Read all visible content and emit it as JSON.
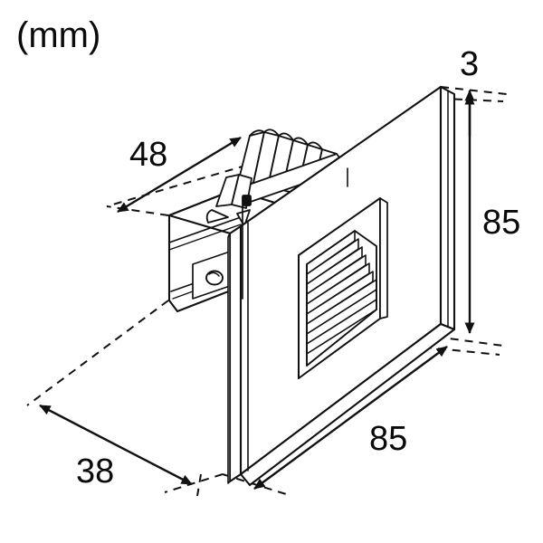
{
  "drawing": {
    "title": "recessed-step-light-dimension-drawing",
    "unit_label": "(mm)",
    "line_color": "#111111",
    "background_color": "#ffffff",
    "projection": "isometric",
    "object": "recessed square LED step light with louvered baffle"
  },
  "dimensions": {
    "unit": "mm",
    "items": [
      {
        "id": "depth-48",
        "label": "48",
        "value": 48,
        "describes": "rear housing depth",
        "orientation": "diagonal-up-right"
      },
      {
        "id": "bezel-3",
        "label": "3",
        "value": 3,
        "describes": "bezel face plate thickness",
        "orientation": "vertical"
      },
      {
        "id": "height-85",
        "label": "85",
        "value": 85,
        "describes": "bezel face height",
        "orientation": "vertical"
      },
      {
        "id": "width-85",
        "label": "85",
        "value": 85,
        "describes": "bezel face width",
        "orientation": "diagonal-down-right"
      },
      {
        "id": "rear-depth-38",
        "label": "38",
        "value": 38,
        "describes": "rear housing width/offset",
        "orientation": "diagonal-down-right"
      }
    ]
  },
  "parts": {
    "bezel": "square-front-bezel",
    "aperture": "recessed-light-aperture",
    "louver": "stepped-louver-baffle",
    "housing": "rear-driver-housing",
    "fins": "heatsink-fins",
    "clips": "spring-mounting-clips",
    "screw": "cable-entry-screw"
  }
}
